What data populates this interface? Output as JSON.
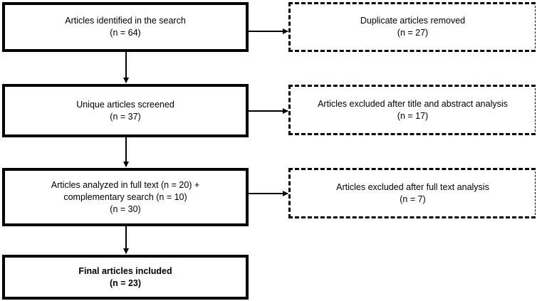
{
  "main_steps": [
    {
      "lines": [
        "Articles identified in the search",
        "(n = 64)"
      ]
    },
    {
      "lines": [
        "Unique articles screened",
        "(n = 37)"
      ]
    },
    {
      "lines": [
        "Articles analyzed in full text (n = 20) +",
        "complementary search (n = 10)",
        "(n = 30)"
      ]
    },
    {
      "lines": [
        "Final articles included",
        "(n = 23)"
      ]
    }
  ],
  "exclusions": [
    {
      "lines": [
        "Duplicate articles removed",
        "(n = 27)"
      ]
    },
    {
      "lines": [
        "Articles excluded after title and abstract analysis",
        "(n = 17)"
      ]
    },
    {
      "lines": [
        "Articles excluded after full text analysis",
        "(n = 7)"
      ]
    }
  ]
}
